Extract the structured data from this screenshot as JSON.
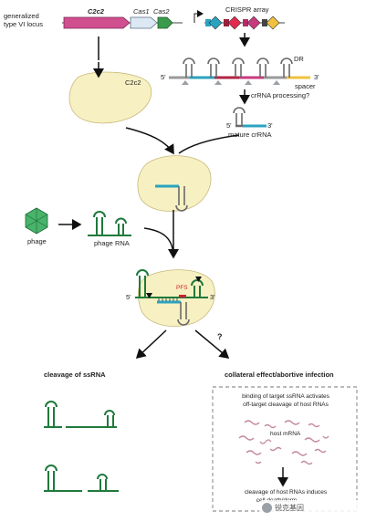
{
  "locus": {
    "label_line1": "generalized",
    "label_line2": "type VI locus",
    "genes": [
      "C2c2",
      "Cas1",
      "Cas2"
    ],
    "array_label": "CRISPR array",
    "dr_label": "DR",
    "spacer_label": "spacer",
    "five_prime": "5'",
    "three_prime": "3'",
    "processing_label": "crRNA processing?",
    "mature_label": "mature crRNA"
  },
  "protein": {
    "label": "C2c2"
  },
  "phage": {
    "label": "phage",
    "rna_label": "phage RNA"
  },
  "complex": {
    "pfs_label": "PFS",
    "five_prime": "5'",
    "three_prime": "3'"
  },
  "question_mark": "?",
  "left_branch": {
    "title": "cleavage of ssRNA"
  },
  "right_branch": {
    "title": "collateral effect/abortive infection",
    "binding_line1": "binding of target ssRNA activates",
    "binding_line2": "off-target cleavage of host RNAs",
    "host_mrna": "host mRNA",
    "outcome_line1": "cleavage of host RNAs induces",
    "outcome_line2": "cell death/dorm"
  },
  "watermark": "锐克基因",
  "colors": {
    "c2c2_gene": "#d04f8f",
    "cas1_gene": "#dce9f5",
    "cas2_gene": "#3b9a4c",
    "protein_fill": "#f7f0c2",
    "crRNA_green": "#1f7a3c",
    "spacer_teal": "#2aa3c0",
    "host_rna": "#c48a9a",
    "pfs_red": "#cc2233"
  }
}
